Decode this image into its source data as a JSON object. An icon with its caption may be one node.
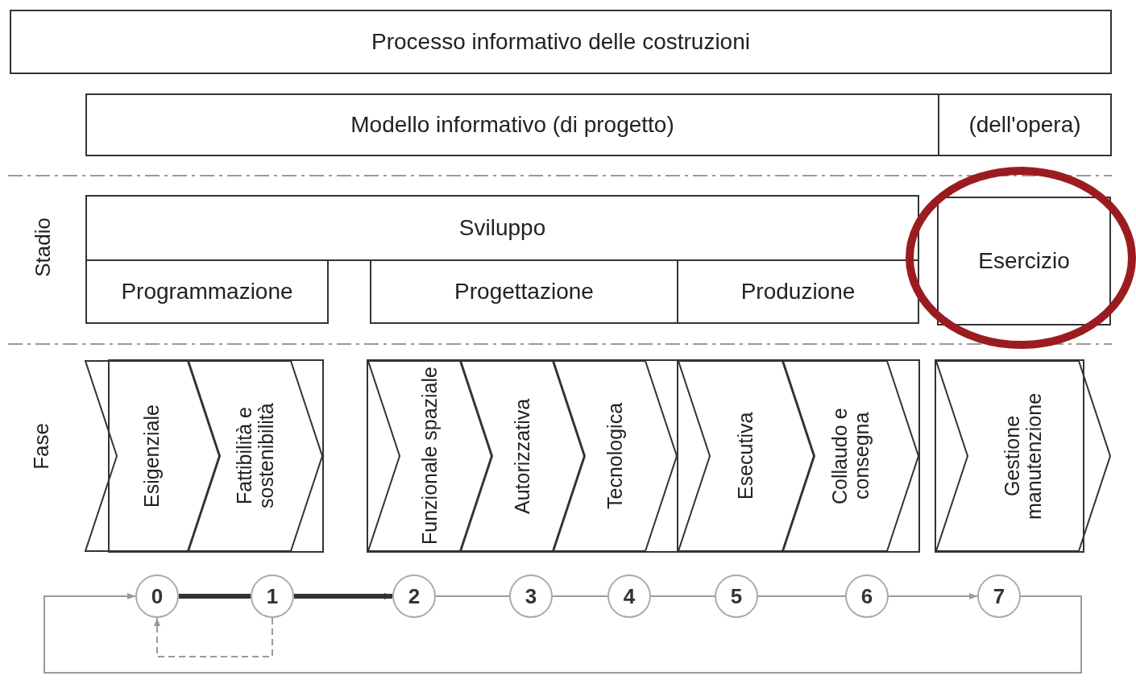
{
  "diagram": {
    "nodes": [
      {
        "text": [
          "Processo informativo delle costruzioni"
        ]
      },
      {
        "text": [
          "Modello informativo (di progetto)"
        ]
      },
      {
        "text": [
          "(dell'opera)"
        ]
      },
      {
        "text": [
          "Sviluppo"
        ]
      },
      {
        "text": [
          "Programmazione"
        ]
      },
      {
        "text": [
          "Progettazione"
        ]
      },
      {
        "text": [
          "Produzione"
        ]
      },
      {
        "text": [
          "Esercizio"
        ]
      },
      {
        "text": [
          "Esigenziale"
        ]
      },
      {
        "text": [
          "Fattibilità e sostenibilità"
        ]
      },
      {
        "text": [
          "Funzionale spaziale"
        ]
      },
      {
        "text": [
          "Autorizzativa"
        ]
      },
      {
        "text": [
          "Tecnologica"
        ]
      },
      {
        "text": [
          "Esecutiva"
        ]
      },
      {
        "text": [
          "Collaudo e consegna"
        ]
      },
      {
        "text": [
          "Gestione manutenzione"
        ]
      },
      {
        "text": [
          "0"
        ]
      },
      {
        "text": [
          "1"
        ]
      },
      {
        "text": [
          "2"
        ]
      },
      {
        "text": [
          "3"
        ]
      },
      {
        "text": [
          "4"
        ]
      },
      {
        "text": [
          "5"
        ]
      },
      {
        "text": [
          "6"
        ]
      },
      {
        "text": [
          "7"
        ]
      }
    ],
    "edges": [
      {
        "from": 16,
        "to": 17,
        "arrow": "none",
        "style": "thick",
        "color": "#333333"
      },
      {
        "from": 17,
        "to": 18,
        "arrow": "to",
        "style": "thick",
        "color": "#333333"
      },
      {
        "from": 18,
        "to": 19,
        "arrow": "none"
      },
      {
        "from": 19,
        "to": 20,
        "arrow": "none"
      },
      {
        "from": 20,
        "to": 21,
        "arrow": "none"
      },
      {
        "from": 21,
        "to": 22,
        "arrow": "none"
      },
      {
        "from": 22,
        "to": 23,
        "arrow": "to"
      },
      {
        "from": 23,
        "to": 16,
        "arrow": "to"
      },
      {
        "from": 17,
        "to": 16,
        "arrow": "to",
        "style": "dashed"
      }
    ],
    "labels": [
      "Stadio",
      "Fase"
    ]
  }
}
